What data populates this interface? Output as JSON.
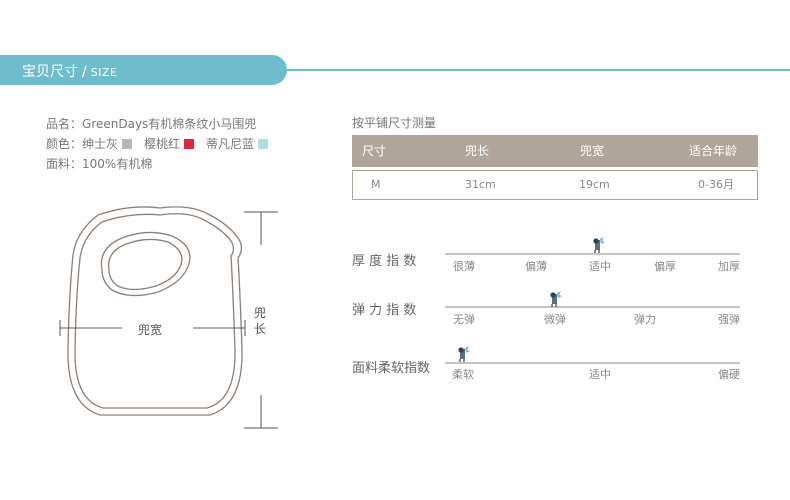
{
  "header": {
    "title": "宝贝尺寸",
    "separator": "/",
    "subtitle_en": "SIZE"
  },
  "product_info": {
    "name_label": "品名：",
    "name_value": "GreenDays有机棉条纹小马围兜",
    "color_label": "颜色：",
    "colors": [
      {
        "name": "绅士灰",
        "hex": "#b8b8b8"
      },
      {
        "name": "樱桃红",
        "hex": "#e0283a"
      },
      {
        "name": "蒂凡尼蓝",
        "hex": "#b5dde3"
      }
    ],
    "material_label": "面料：",
    "material_value": "100%有机棉"
  },
  "diagram": {
    "width_label": "兜宽",
    "length_label_1": "兜",
    "length_label_2": "长"
  },
  "size_table": {
    "note": "按平铺尺寸测量",
    "headers": [
      "尺寸",
      "兜长",
      "兜宽",
      "适合年龄"
    ],
    "rows": [
      [
        "M",
        "31cm",
        "19cm",
        "0-36月"
      ]
    ]
  },
  "scales": [
    {
      "label": "厚 度 指 数",
      "ticks": [
        "很薄",
        "偏薄",
        "适中",
        "偏厚",
        "加厚"
      ],
      "selected": "适中"
    },
    {
      "label": "弹 力 指 数",
      "ticks": [
        "无弹",
        "微弹",
        "弹力",
        "强弹"
      ],
      "selected": "微弹"
    },
    {
      "label": "面料柔软指数",
      "ticks": [
        "柔软",
        "适中",
        "偏硬"
      ],
      "selected": "柔软"
    }
  ],
  "colors": {
    "accent": "#6dbdcc",
    "table_header": "#b0a59a",
    "outline": "#8a7f77"
  }
}
